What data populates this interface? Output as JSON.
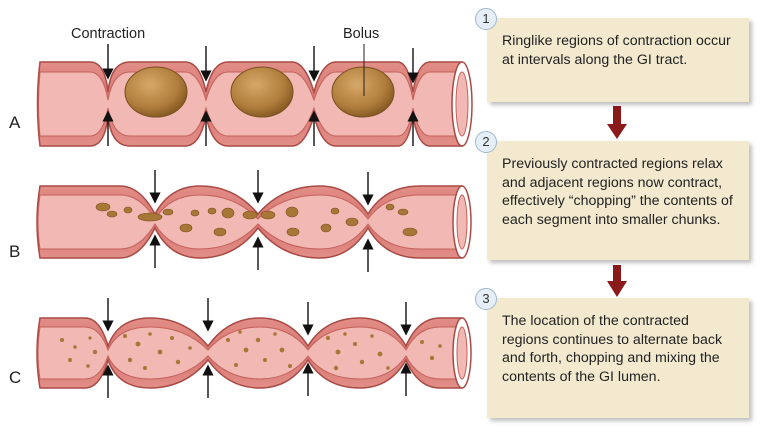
{
  "rows": [
    {
      "label": "A"
    },
    {
      "label": "B"
    },
    {
      "label": "C"
    }
  ],
  "callouts": {
    "contraction": "Contraction",
    "bolus": "Bolus"
  },
  "steps": [
    {
      "number": "1",
      "text": "Ringlike regions of contraction occur at intervals along the GI tract."
    },
    {
      "number": "2",
      "text": "Previously contracted regions relax and adjacent regions now contract, effectively “chopping” the contents of each segment into smaller chunks."
    },
    {
      "number": "3",
      "text": "The location of the contracted regions continues to alternate back and forth, chopping and mixing the contents of the GI lumen."
    }
  ],
  "colors": {
    "tube_wall": "#d97d78",
    "tube_outline": "#a94a45",
    "lumen": "#f2b8b3",
    "bolus": "#b07d3c",
    "step_box": "#f2e9cf",
    "step_arrow": "#8b1a1a"
  }
}
